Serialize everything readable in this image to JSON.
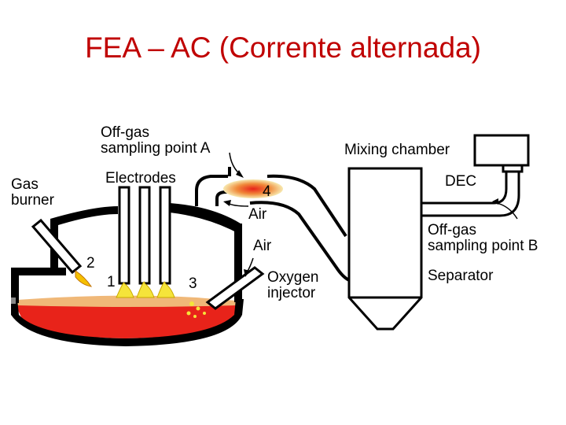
{
  "slide": {
    "title": "FEA – AC (Corrente alternada)"
  },
  "diagram": {
    "labels": {
      "offgas_a_line1": "Off-gas",
      "offgas_a_line2": "sampling point A",
      "mixing_chamber": "Mixing chamber",
      "gas_burner_line1": "Gas",
      "gas_burner_line2": "burner",
      "electrodes": "Electrodes",
      "dec": "DEC",
      "num_4": "4",
      "air_upper": "Air",
      "offgas_b_line1": "Off-gas",
      "offgas_b_line2": "sampling point B",
      "air_lower": "Air",
      "num_2": "2",
      "oxygen_injector_line1": "Oxygen",
      "oxygen_injector_line2": "injector",
      "separator": "Separator",
      "num_1": "1",
      "num_3": "3"
    },
    "colors": {
      "title": "#c00000",
      "steel_melt": "#e8231a",
      "slag": "#f0b878",
      "flame": "#f5e43a",
      "flame_hot": "#e8231a"
    }
  }
}
